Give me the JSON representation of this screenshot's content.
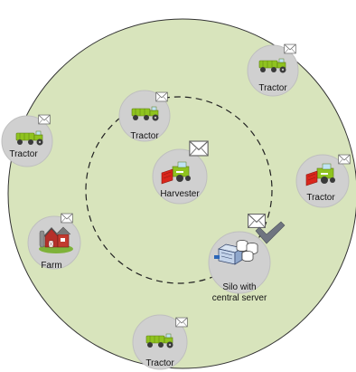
{
  "colors": {
    "field": "#d8e4bc",
    "field_outline": "#333333",
    "node": "#d0d0d0",
    "node_stroke": "#bfbfbf",
    "tractor_body": "#8fc31f",
    "tractor_dark": "#3a3a3a",
    "harvester_red": "#d9261c",
    "envelope": "#ffffff",
    "envelope_border": "#666666",
    "check": "#6f7580"
  },
  "nodes": [
    {
      "id": "tractor-top-right",
      "label": "Tractor",
      "icon": "tractor-icon",
      "message": "envelope-icon"
    },
    {
      "id": "tractor-inner",
      "label": "Tractor",
      "icon": "tractor-icon",
      "message": "envelope-icon"
    },
    {
      "id": "tractor-left",
      "label": "Tractor",
      "icon": "tractor-icon",
      "message": "envelope-icon"
    },
    {
      "id": "harvester",
      "label": "Harvester",
      "icon": "harvester-icon",
      "message": "envelope-icon"
    },
    {
      "id": "tractor-right",
      "label": "Tractor",
      "icon": "harvester-icon",
      "message": "envelope-icon"
    },
    {
      "id": "farm",
      "label": "Farm",
      "icon": "barn-icon",
      "message": "envelope-icon"
    },
    {
      "id": "silo-server",
      "label_line1": "Silo with",
      "label_line2": "central server",
      "icon": "server-icon",
      "message": "envelope-icon",
      "status": "checkmark-icon"
    },
    {
      "id": "tractor-bottom",
      "label": "Tractor",
      "icon": "tractor-icon",
      "message": "envelope-icon"
    }
  ]
}
